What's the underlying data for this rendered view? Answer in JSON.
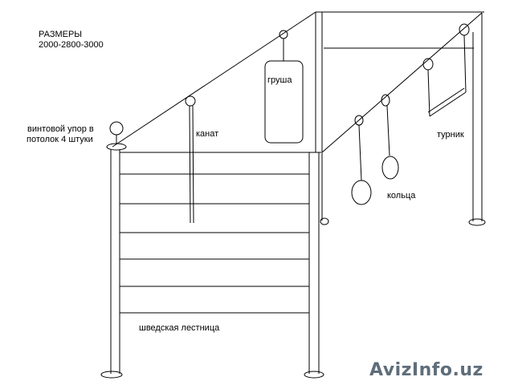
{
  "labels": {
    "sizes_title": "РАЗМЕРЫ",
    "sizes_values": "2000-2800-3000",
    "screw_stop_line1": "винтовой упор в",
    "screw_stop_line2": "потолок 4 штуки",
    "punching_bag": "груша",
    "rope": "канат",
    "rings": "кольца",
    "pull_up_bar": "турник",
    "wall_bars": "шведская лестница"
  },
  "watermark": "AvizInfo.uz",
  "colors": {
    "line": "#000000",
    "watermark": "#5f6d7a"
  }
}
